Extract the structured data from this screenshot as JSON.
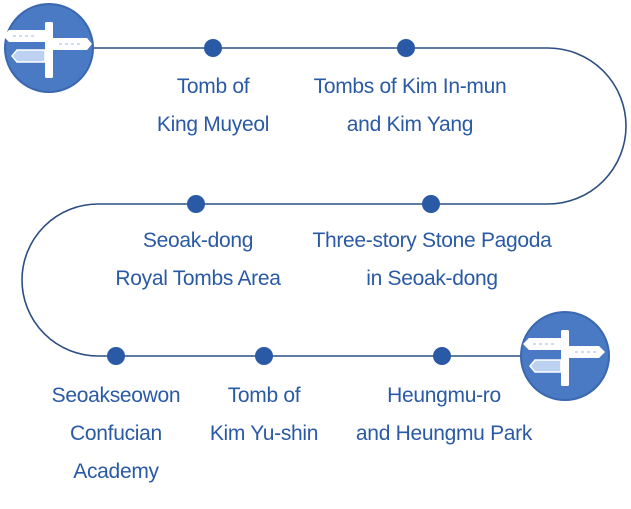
{
  "colors": {
    "accent": "#2a5aa5",
    "path": "#2c4e83",
    "badge": "#4a7ac4",
    "badge_ring": "#3a67b0",
    "sign": "#ffffff",
    "sign_detail": "#bcd2f0"
  },
  "icons": [
    "signpost-icon",
    "signpost-icon"
  ],
  "stops": [
    {
      "lines": [
        "Tomb of",
        "King Muyeol"
      ]
    },
    {
      "lines": [
        "Tombs of Kim In-mun",
        "and Kim Yang"
      ]
    },
    {
      "lines": [
        "Three-story Stone Pagoda",
        "in Seoak-dong"
      ]
    },
    {
      "lines": [
        "Seoak-dong",
        "Royal Tombs Area"
      ]
    },
    {
      "lines": [
        "Seoakseowon",
        "Confucian",
        "Academy"
      ]
    },
    {
      "lines": [
        "Tomb of",
        "Kim Yu-shin"
      ]
    },
    {
      "lines": [
        "Heungmu-ro",
        "and Heungmu Park"
      ]
    }
  ]
}
